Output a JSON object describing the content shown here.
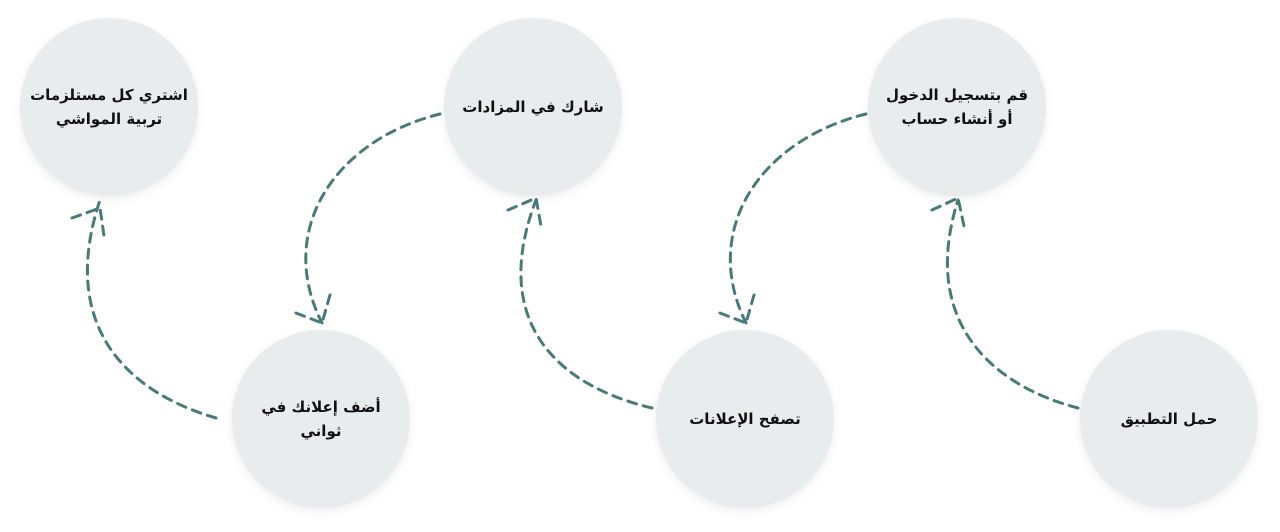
{
  "steps": [
    {
      "id": "download",
      "label": "حمل التطبيق"
    },
    {
      "id": "login",
      "label": "قم بتسجيل الدخول\nأو أنشاء حساب"
    },
    {
      "id": "browse",
      "label": "تصفح الإعلانات"
    },
    {
      "id": "auction",
      "label": "شارك في المزادات"
    },
    {
      "id": "post-ad",
      "label": "أضف إعلانك في ثواني"
    },
    {
      "id": "buy",
      "label": "اشتري كل مستلزمات\nتربية المواشي"
    }
  ],
  "colors": {
    "circle_fill": "#e8ecec",
    "arrow": "#4a7a78",
    "text": "#111111"
  }
}
